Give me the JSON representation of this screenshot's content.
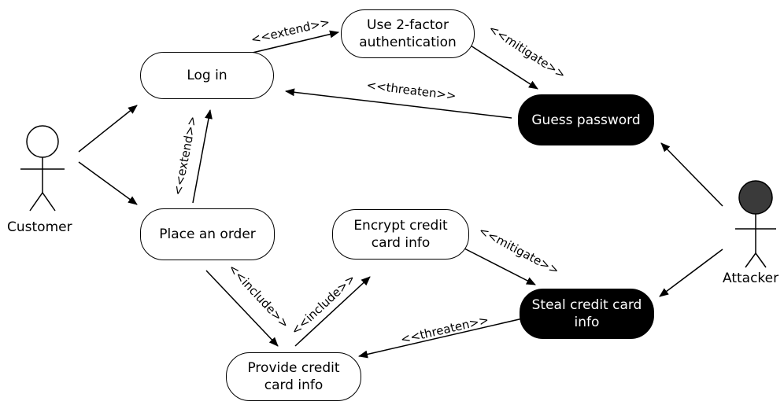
{
  "actors": {
    "customer": "Customer",
    "attacker": "Attacker"
  },
  "use_cases": {
    "log_in": "Log in",
    "use_2fa": "Use 2-factor\nauthentication",
    "guess_password": "Guess password",
    "place_order": "Place an order",
    "encrypt_info": "Encrypt credit\ncard info",
    "steal_info": "Steal credit card\ninfo",
    "provide_info": "Provide credit\ncard info"
  },
  "relations": {
    "extend_2fa": "<<extend>>",
    "mitigate_2fa": "<<mitigate>>",
    "threaten_login": "<<threaten>>",
    "extend_order": "<<extend>>",
    "include_provide": "<<include>>",
    "include_encrypt": "<<include>>",
    "mitigate_encrypt": "<<mitigate>>",
    "threaten_provide": "<<threaten>>"
  },
  "colors": {
    "line": "#000000",
    "threat_fill": "#000000",
    "attacker_head": "#3a3a3a"
  }
}
